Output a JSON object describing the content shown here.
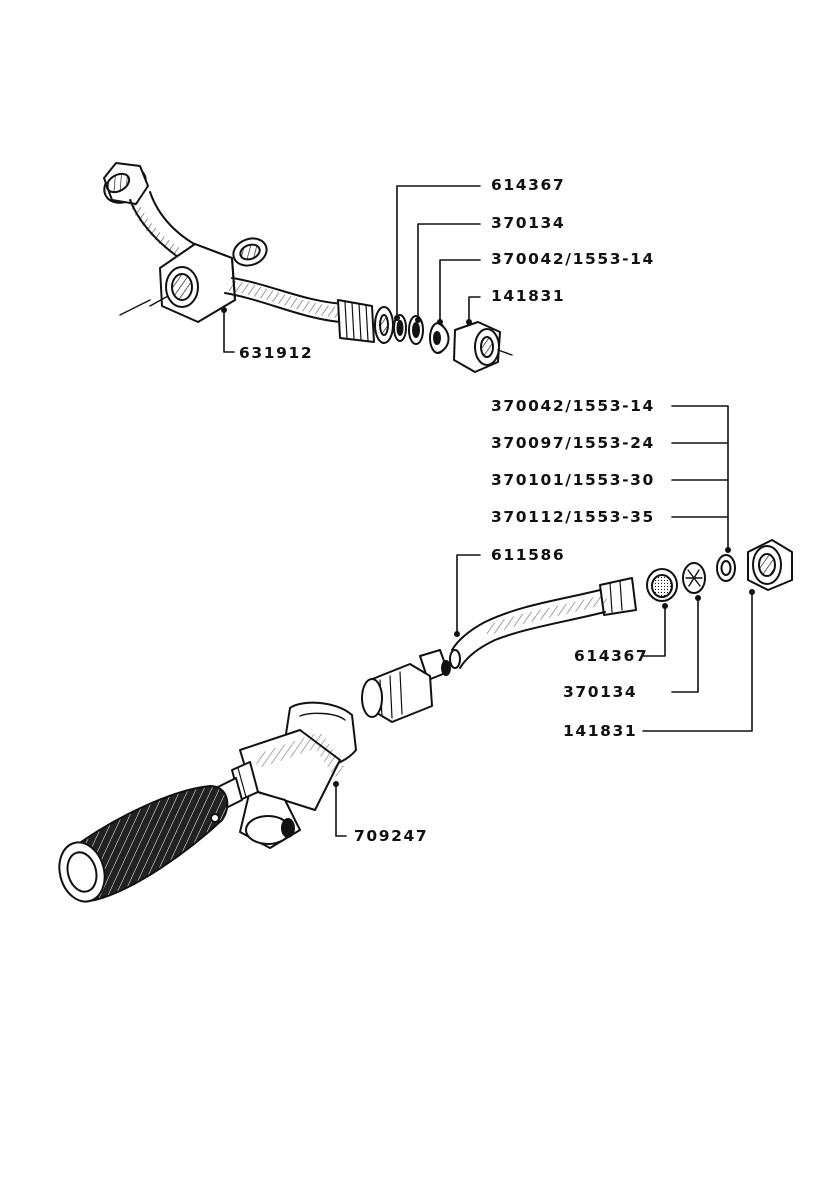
{
  "callouts": {
    "top": {
      "c614367": "614367",
      "c370134": "370134",
      "c370042": "370042/1553-14",
      "c141831": "141831",
      "c631912": "631912"
    },
    "bottom": {
      "c370042": "370042/1553-14",
      "c370097": "370097/1553-24",
      "c370101": "370101/1553-30",
      "c370112": "370112/1553-35",
      "c611586": "611586",
      "c614367": "614367",
      "c370134": "370134",
      "c141831": "141831",
      "c709247": "709247"
    }
  },
  "colors": {
    "ink": "#111111",
    "paper": "#ffffff"
  }
}
